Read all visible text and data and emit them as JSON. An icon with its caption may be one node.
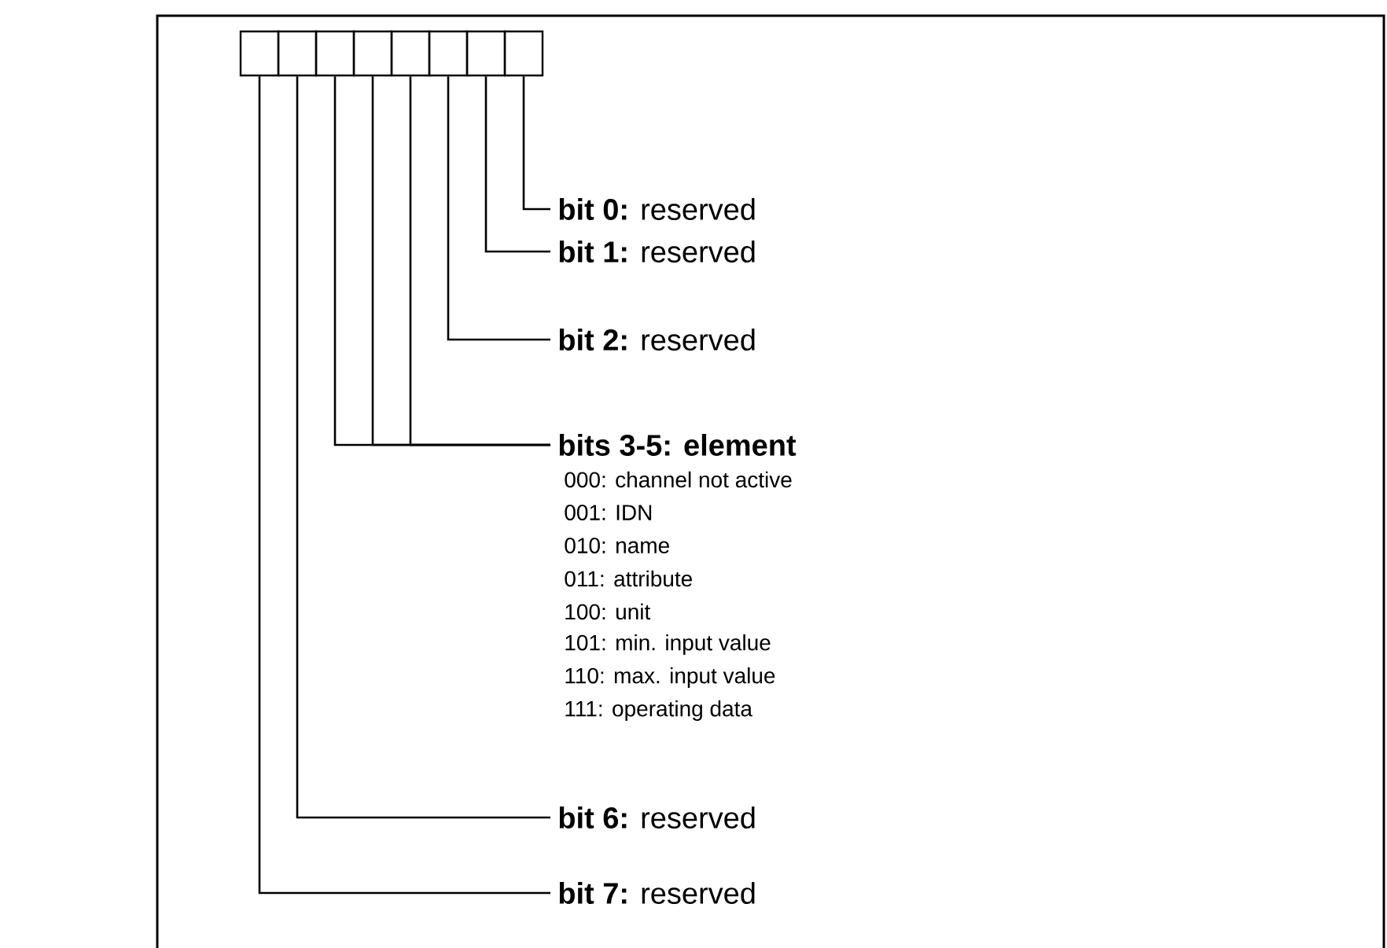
{
  "diagram": {
    "nodes": [
      {
        "text": [],
        "shape": "box"
      },
      {
        "text": [],
        "shape": "box"
      },
      {
        "text": [],
        "shape": "box"
      },
      {
        "text": [],
        "shape": "box"
      },
      {
        "text": [],
        "shape": "box"
      },
      {
        "text": [],
        "shape": "box"
      },
      {
        "text": [],
        "shape": "box"
      },
      {
        "text": [],
        "shape": "box"
      },
      {
        "text": [
          "**bit 0:** reserved"
        ]
      },
      {
        "text": [
          "**bit 1:** reserved"
        ]
      },
      {
        "text": [
          "**bit 2:** reserved"
        ]
      },
      {
        "text": [
          "bits 3-5: element"
        ],
        "beside": [
          "000: channel not active",
          "001: IDN",
          "010: name",
          "011: attribute",
          "100: unit",
          "101: min. input value",
          "110: max. input value",
          "111: operating data"
        ]
      },
      {
        "text": [
          "**bit 6:** reserved"
        ]
      },
      {
        "text": [
          "**bit 7:** reserved"
        ]
      }
    ],
    "edges": [
      {
        "from": 7,
        "to": 8,
        "arrow": "none"
      },
      {
        "from": 6,
        "to": 9,
        "arrow": "none"
      },
      {
        "from": 5,
        "to": 10,
        "arrow": "none"
      },
      {
        "from": 4,
        "to": 11,
        "arrow": "none"
      },
      {
        "from": 3,
        "to": 11,
        "arrow": "none"
      },
      {
        "from": 2,
        "to": 11,
        "arrow": "none"
      },
      {
        "from": 1,
        "to": 12,
        "arrow": "none"
      },
      {
        "from": 0,
        "to": 13,
        "arrow": "none"
      }
    ]
  }
}
